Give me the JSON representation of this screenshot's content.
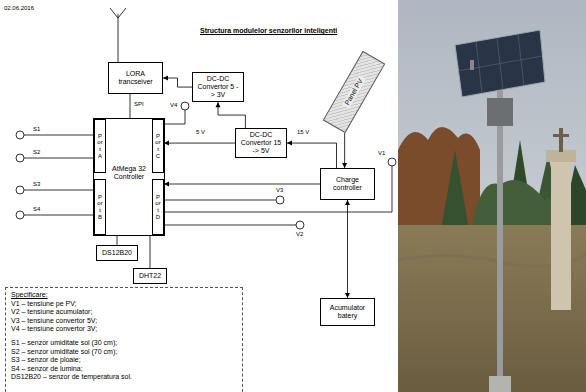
{
  "diagram": {
    "title": "Structura modulelor senzorilor inteligenti",
    "nodes": [
      {
        "text": [
          "LORA trancseiver"
        ]
      },
      {
        "text": [
          "DC-DC Convertor 5 -> 3V"
        ]
      },
      {
        "text": [
          "AtMega 32 Controller"
        ]
      },
      {
        "text": [
          "Port A"
        ],
        "in": 2
      },
      {
        "text": [
          "Port C"
        ],
        "in": 2
      },
      {
        "text": [
          "Port B"
        ],
        "in": 2
      },
      {
        "text": [
          "Port D"
        ],
        "in": 2
      },
      {
        "text": [
          "DC-DC Convertor 15 -> 5V"
        ]
      },
      {
        "text": [
          "Panel PV"
        ]
      },
      {
        "text": [
          "Charge controller"
        ]
      },
      {
        "text": [
          "DS12B20"
        ]
      },
      {
        "text": [
          "DHT22"
        ]
      },
      {
        "text": [
          "Acumulator batery"
        ]
      },
      {
        "text": [
          "Specificare:",
          "V1 – tensiune pe PV;",
          "V2 – tensiune acumulator;",
          "V3 – tensiune convertor 5V;",
          "V4 – tensiune convertor 3V;",
          "S1 – senzor umiditate sol (30 cm);",
          "S2 – senzor umiditate sol (70 cm);",
          "S3 – senzor de ploaie;",
          "S4 – senzor de lumina;",
          "DS12B20 – senzor de temperatura sol."
        ]
      }
    ],
    "edges": [
      {
        "from": 0,
        "to": 2,
        "label": "SPI",
        "arrow": "none"
      },
      {
        "from": 1,
        "to": 0,
        "arrow": "to"
      },
      {
        "from": 7,
        "to": 1,
        "arrow": "to"
      },
      {
        "from": 7,
        "to": 4,
        "label": "5 V",
        "arrow": "to"
      },
      {
        "from": 9,
        "to": 7,
        "label": "15 V",
        "arrow": "to"
      },
      {
        "from": 8,
        "to": 9,
        "arrow": "to"
      },
      {
        "from": 9,
        "to": 12,
        "arrow": "both"
      },
      {
        "from": 9,
        "to": 6,
        "arrow": "to"
      },
      {
        "from": 10,
        "to": 2,
        "arrow": "none"
      },
      {
        "from": 11,
        "to": 2,
        "arrow": "none"
      }
    ],
    "labels": [
      "02.06.2016",
      "S1",
      "S2",
      "S3",
      "S4",
      "V4",
      "V3",
      "V1",
      "V2"
    ]
  }
}
